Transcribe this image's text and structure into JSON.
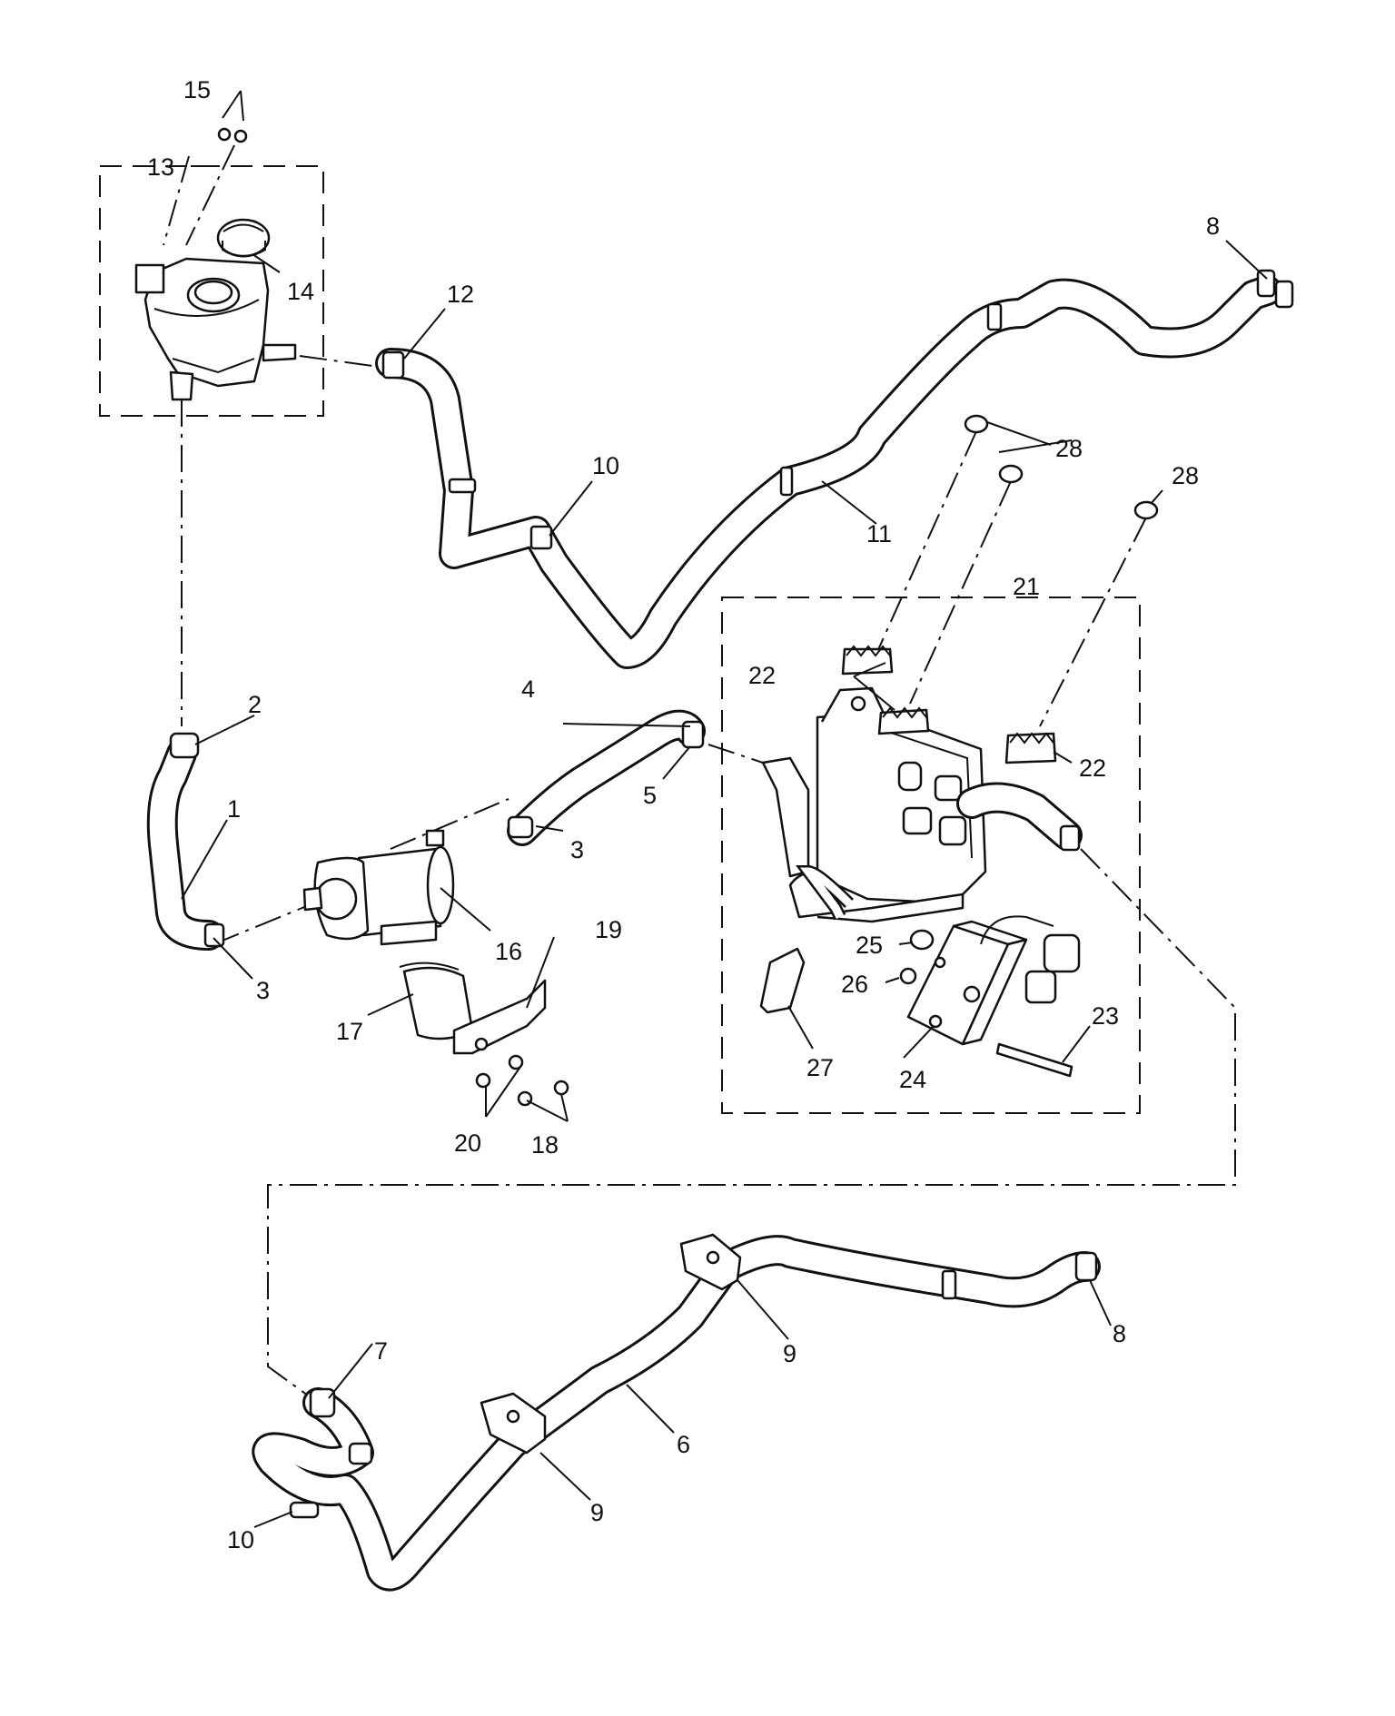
{
  "callouts": [
    {
      "id": "c1",
      "text": "1"
    },
    {
      "id": "c2",
      "text": "2"
    },
    {
      "id": "c3a",
      "text": "3"
    },
    {
      "id": "c3b",
      "text": "3"
    },
    {
      "id": "c4",
      "text": "4"
    },
    {
      "id": "c5",
      "text": "5"
    },
    {
      "id": "c6",
      "text": "6"
    },
    {
      "id": "c7",
      "text": "7"
    },
    {
      "id": "c8a",
      "text": "8"
    },
    {
      "id": "c8b",
      "text": "8"
    },
    {
      "id": "c9a",
      "text": "9"
    },
    {
      "id": "c9b",
      "text": "9"
    },
    {
      "id": "c10a",
      "text": "10"
    },
    {
      "id": "c10b",
      "text": "10"
    },
    {
      "id": "c11",
      "text": "11"
    },
    {
      "id": "c12",
      "text": "12"
    },
    {
      "id": "c13",
      "text": "13"
    },
    {
      "id": "c14",
      "text": "14"
    },
    {
      "id": "c15",
      "text": "15"
    },
    {
      "id": "c16",
      "text": "16"
    },
    {
      "id": "c17",
      "text": "17"
    },
    {
      "id": "c18",
      "text": "18"
    },
    {
      "id": "c19",
      "text": "19"
    },
    {
      "id": "c20",
      "text": "20"
    },
    {
      "id": "c21",
      "text": "21"
    },
    {
      "id": "c22a",
      "text": "22"
    },
    {
      "id": "c22b",
      "text": "22"
    },
    {
      "id": "c23",
      "text": "23"
    },
    {
      "id": "c24",
      "text": "24"
    },
    {
      "id": "c25",
      "text": "25"
    },
    {
      "id": "c26",
      "text": "26"
    },
    {
      "id": "c27",
      "text": "27"
    },
    {
      "id": "c28a",
      "text": "28"
    },
    {
      "id": "c28b",
      "text": "28"
    }
  ]
}
